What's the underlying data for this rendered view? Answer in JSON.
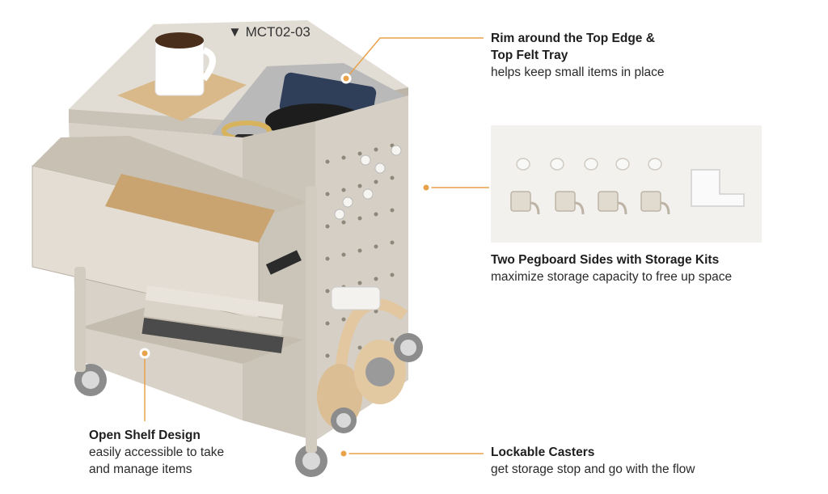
{
  "model": {
    "label": "MCT02-03",
    "marker": "▼"
  },
  "features": {
    "rim": {
      "title_line1": "Rim around the Top Edge &",
      "title_line2": "Top Felt Tray",
      "desc": "helps keep small items in place"
    },
    "pegboard": {
      "title": "Two Pegboard Sides with Storage Kits",
      "desc": "maximize storage capacity to free up space"
    },
    "shelf": {
      "title": "Open Shelf Design",
      "desc_line1": "easily accessible to take",
      "desc_line2": "and manage items"
    },
    "casters": {
      "title": "Lockable Casters",
      "desc": "get storage stop and go with the flow"
    }
  },
  "colors": {
    "accent_orange": "#e8a24a",
    "cart_body": "#d8d2c8",
    "cart_shadow": "#bdb5a8",
    "felt": "#b9b9b9",
    "wood": "#d9b98a",
    "kit_panel": "#f3f1ee"
  },
  "icons": {
    "product": "rolling-cart-illustration",
    "kit": "pegboard-hooks-and-holder"
  }
}
